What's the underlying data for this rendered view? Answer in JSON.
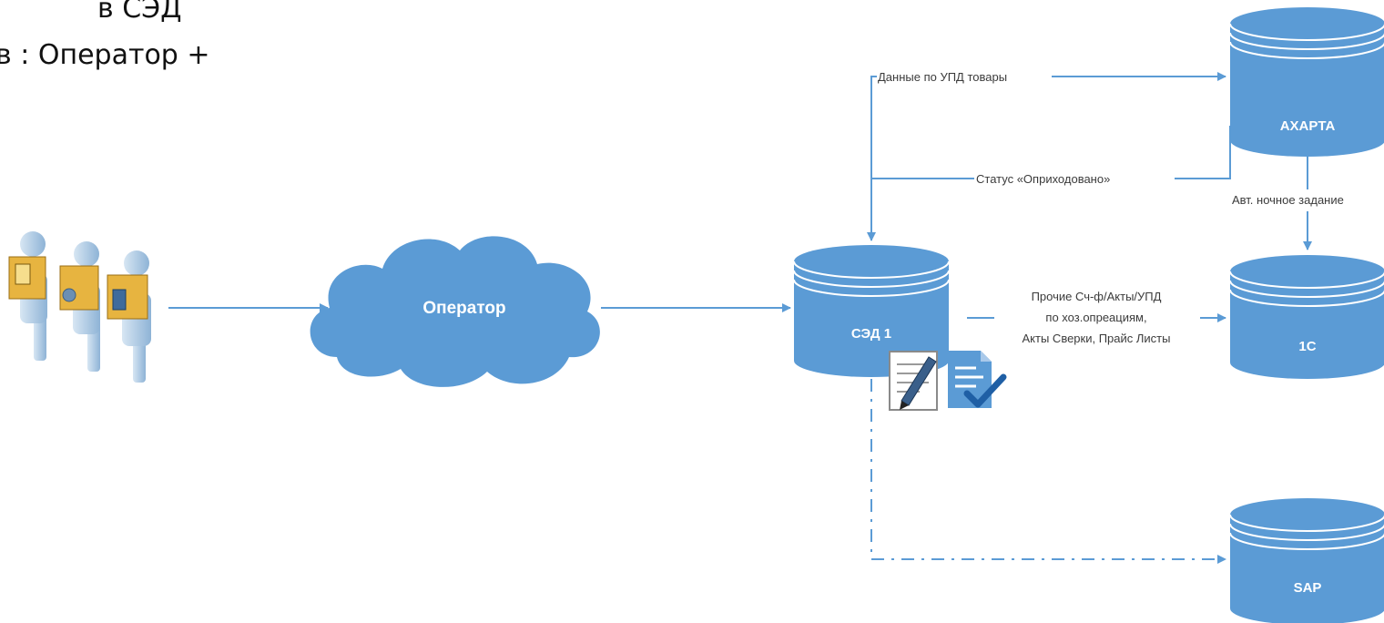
{
  "header": {
    "line1": "в СЭД",
    "line2": "в : Оператор +"
  },
  "nodes": {
    "operator": "Оператор",
    "sed": "СЭД 1",
    "axapta": "AXAPTA",
    "onec": "1С",
    "sap": "SAP"
  },
  "edges": {
    "upd_goods": "Данные по УПД товары",
    "status": "Статус «Оприходовано»",
    "nightly": "Авт. ночное задание",
    "other_docs": [
      "Прочие Сч-ф/Акты/УПД",
      "по хоз.опреациям,",
      "Акты Сверки, Прайс Листы"
    ]
  },
  "icons": [
    "suppliers-people-icon",
    "document-edit-icon",
    "document-approved-icon"
  ],
  "colors": {
    "node_fill": "#5b9bd5",
    "node_dark": "#4a86bd",
    "line": "#5b9bd5"
  }
}
